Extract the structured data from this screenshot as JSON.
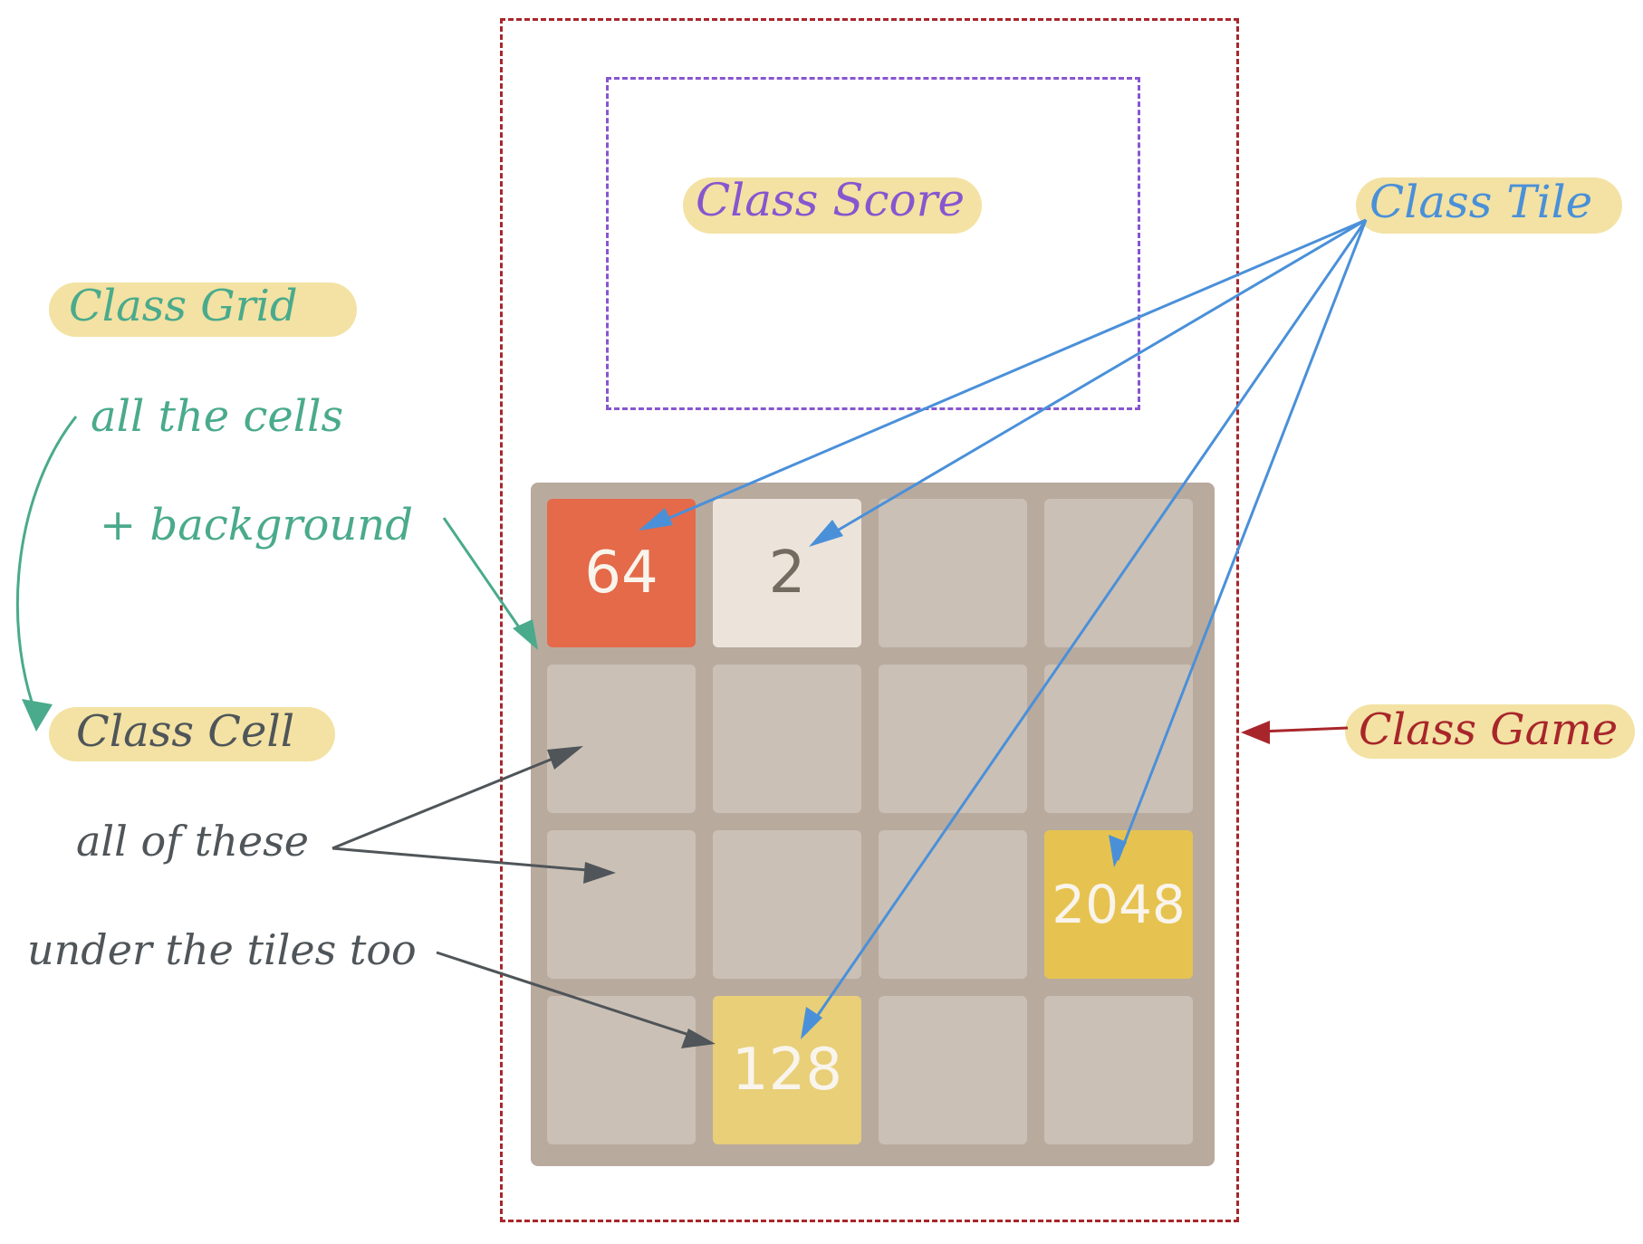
{
  "annotations": {
    "game": "Class Game",
    "score": "Class Score",
    "tile": "Class Tile",
    "grid": "Class Grid",
    "grid_note_1": "all the cells",
    "grid_note_2": "+ background",
    "cell": "Class Cell",
    "cell_note_1": "all of these",
    "cell_note_2": "under the tiles too"
  },
  "board": {
    "tiles": [
      {
        "row": 0,
        "col": 0,
        "value": "64",
        "bg": "#e46a49",
        "color": "#f9f4ec"
      },
      {
        "row": 0,
        "col": 1,
        "value": "2",
        "bg": "#ece4da",
        "color": "#736a60"
      },
      {
        "row": 2,
        "col": 3,
        "value": "2048",
        "bg": "#e6c350",
        "color": "#f9f4ec"
      },
      {
        "row": 3,
        "col": 1,
        "value": "128",
        "bg": "#e8cf78",
        "color": "#f9f4ec"
      }
    ]
  },
  "colors": {
    "game": "#a8262b",
    "score": "#8756cf",
    "tile": "#4a90d9",
    "grid": "#4aaa8c",
    "cell": "#4f5559",
    "highlight": "#f3e2a3",
    "grid_bg": "#b9aa9e",
    "cell_bg": "#cbc0b5"
  }
}
